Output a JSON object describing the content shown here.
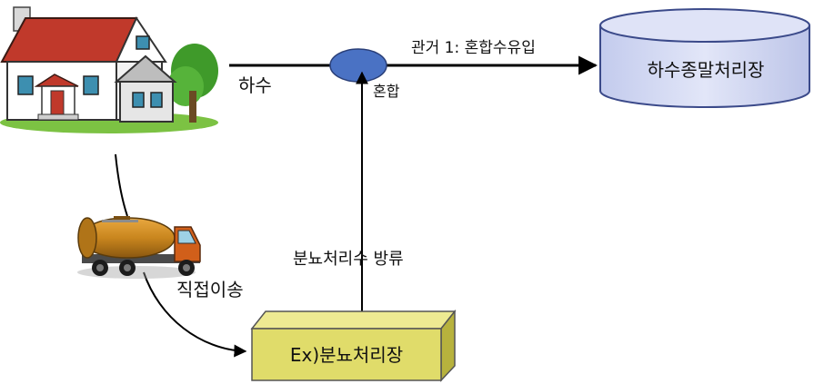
{
  "labels": {
    "sewage": "하수",
    "mixing": "혼합",
    "pipe_inflow": "관거 1: 혼합수유입",
    "terminal_plant": "하수종말처리장",
    "night_soil_discharge": "분뇨처리수 방류",
    "direct_transport": "직접이송",
    "night_soil_plant": "Ex)분뇨처리장"
  },
  "colors": {
    "cylinder_fill": "#d2d8f2",
    "cylinder_stroke": "#3b4a8a",
    "box_front": "#e0dc6a",
    "box_top": "#eeea92",
    "box_side": "#b7b23d",
    "mix_node": "#4a72c4",
    "house_roof": "#c0392b",
    "house_wall": "#ffffff",
    "grass": "#7cc243",
    "truck_tank": "#c9861e",
    "truck_cab": "#d15f1a"
  },
  "icons": {
    "house": "house-icon",
    "truck": "tank-truck-icon"
  }
}
